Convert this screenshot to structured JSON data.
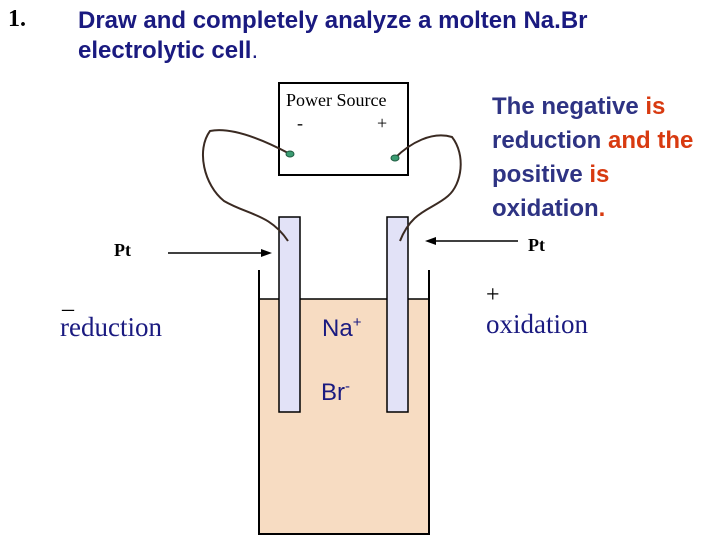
{
  "question": {
    "number": "1.",
    "line1": "Draw and completely analyze a molten Na.Br",
    "line2_main": "electrolytic cell",
    "line2_end": "."
  },
  "power_source": {
    "label": "Power Source",
    "minus": "-",
    "plus": "+"
  },
  "note": {
    "w1": "The",
    "w2": "negative",
    "w3": "is",
    "w4": "reduction",
    "w5": "and the",
    "w6": "positive",
    "w7": "is",
    "w8": "oxidation",
    "w9": "."
  },
  "electrodes": {
    "left_label": "Pt",
    "right_label": "Pt"
  },
  "cathode": {
    "sign": "_",
    "process": "reduction"
  },
  "anode": {
    "sign": "+",
    "process": "oxidation"
  },
  "ions": {
    "cation": "Na",
    "cation_charge": "+",
    "anion": "Br",
    "anion_charge": "-"
  },
  "colors": {
    "electrolyte": "#f7dcc2",
    "electrode": "#e2e2f7",
    "heading": "#1a1a80",
    "emphasis": "#d83a10",
    "terminal": "#3c9c72"
  }
}
